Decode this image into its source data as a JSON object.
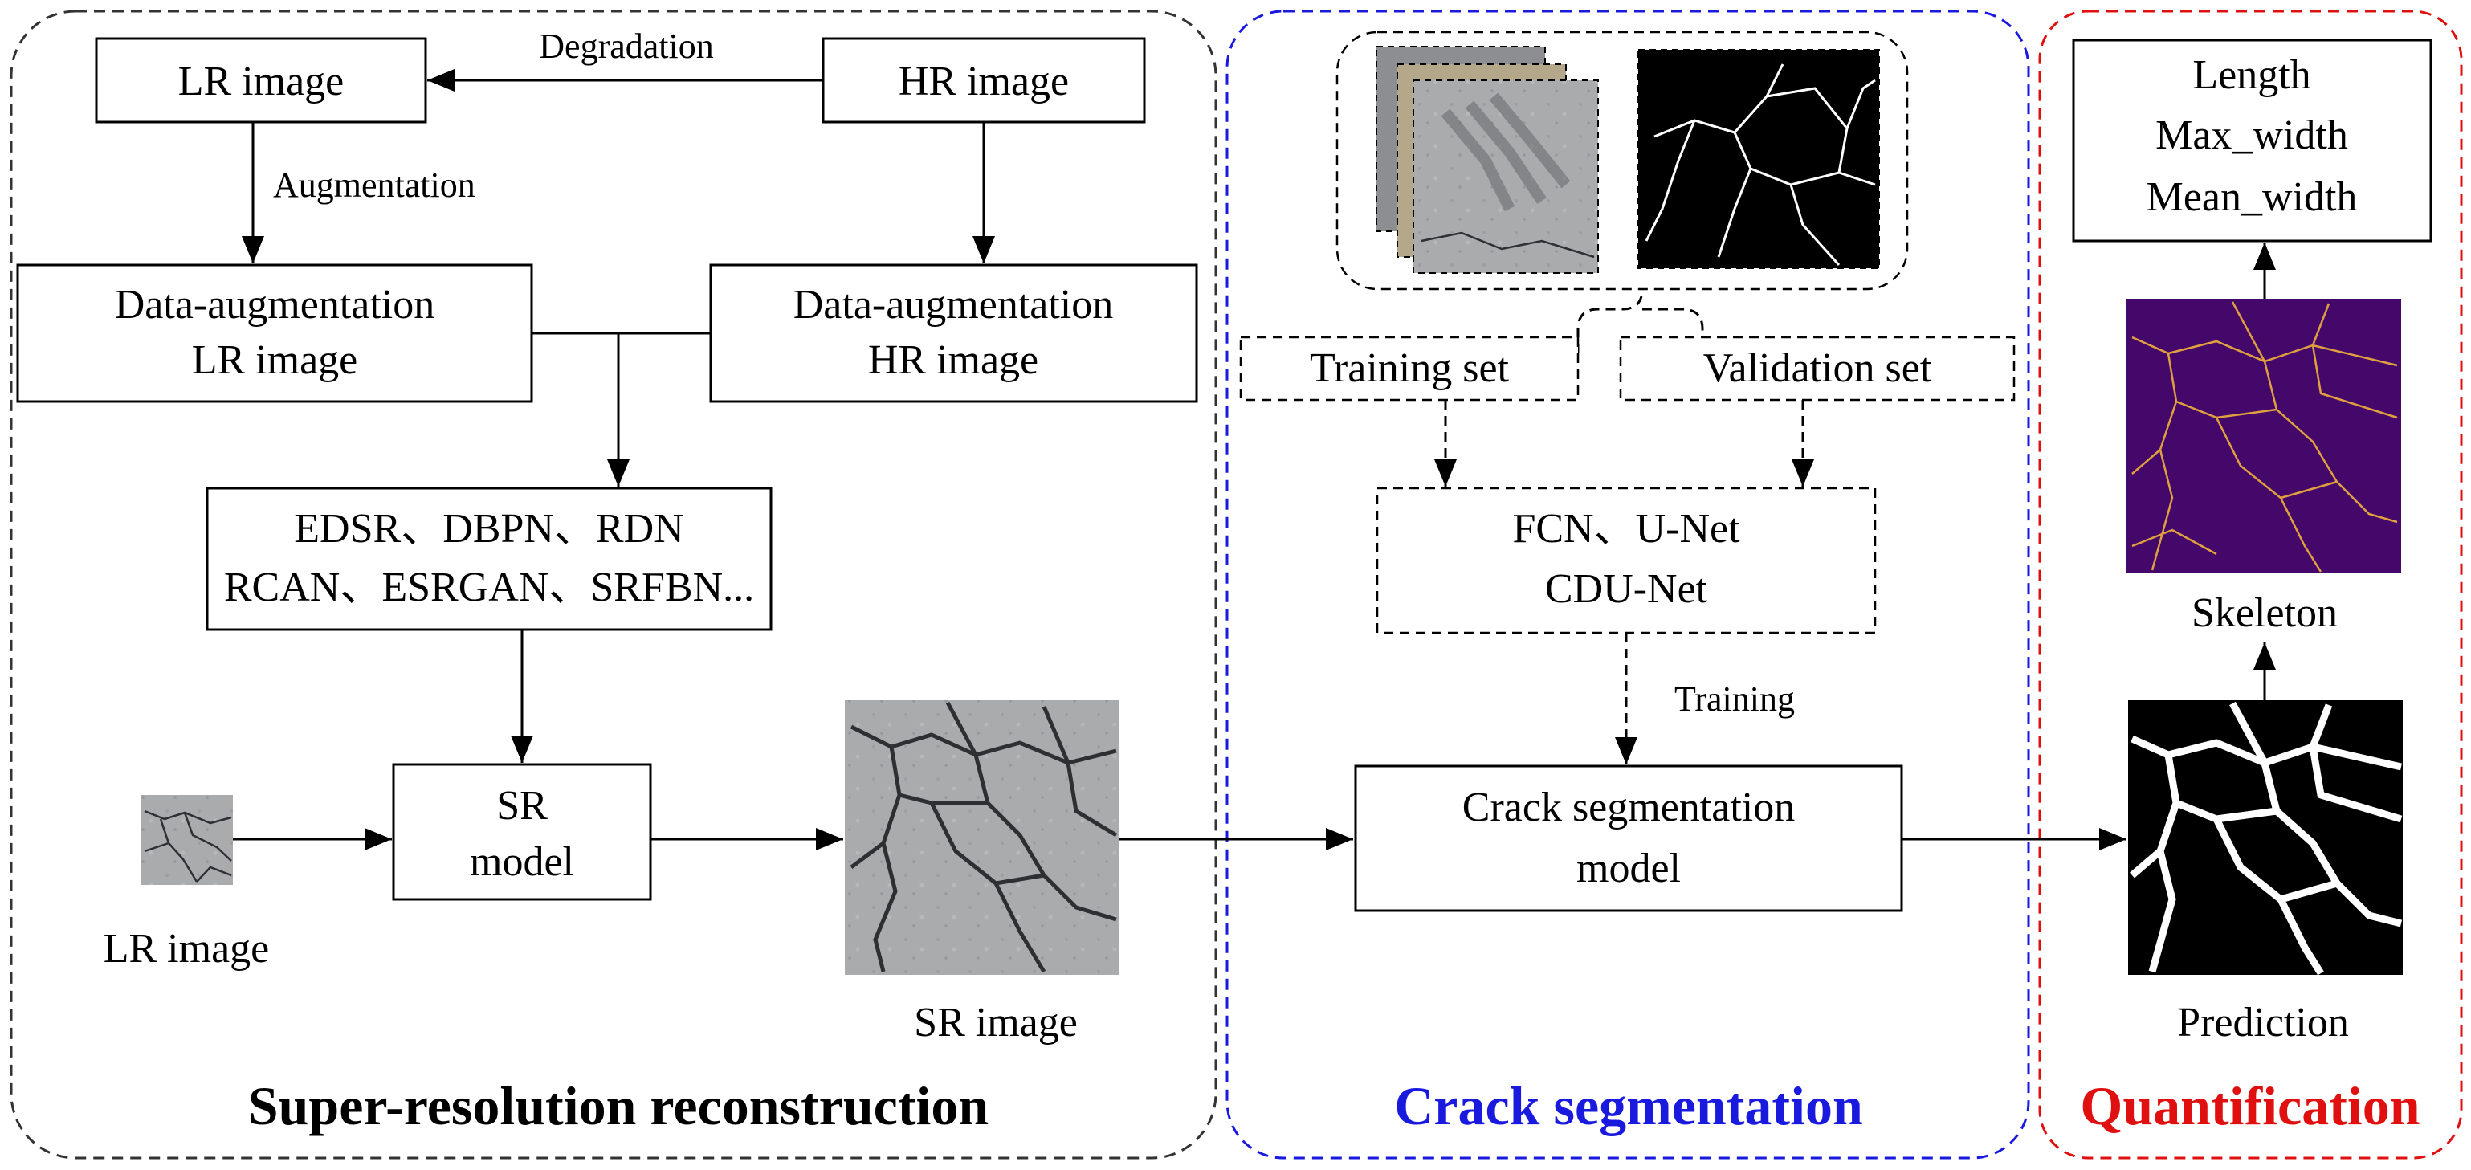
{
  "sections": {
    "super_resolution": {
      "title": "Super-resolution reconstruction",
      "color": "#000000"
    },
    "crack_segmentation": {
      "title": "Crack segmentation",
      "color": "#1a1adf"
    },
    "quantification": {
      "title": "Quantification",
      "color": "#e01010"
    }
  },
  "nodes": {
    "lr_image_top": "LR image",
    "hr_image_top": "HR image",
    "aug_lr_line1": "Data-augmentation",
    "aug_lr_line2": "LR image",
    "aug_hr_line1": "Data-augmentation",
    "aug_hr_line2": "HR image",
    "sr_models_line1": "EDSR、DBPN、RDN",
    "sr_models_line2": "RCAN、ESRGAN、SRFBN...",
    "sr_model_line1": "SR",
    "sr_model_line2": "model",
    "training_set": "Training set",
    "validation_set": "Validation set",
    "seg_models_line1": "FCN、U-Net",
    "seg_models_line2": "CDU-Net",
    "crack_model_line1": "Crack segmentation",
    "crack_model_line2": "model",
    "metric_length": "Length",
    "metric_max_width": "Max_width",
    "metric_mean_width": "Mean_width"
  },
  "edge_labels": {
    "degradation": "Degradation",
    "augmentation": "Augmentation",
    "training": "Training"
  },
  "image_captions": {
    "lr_image": "LR image",
    "sr_image": "SR image",
    "skeleton": "Skeleton",
    "prediction": "Prediction"
  },
  "colors": {
    "skeleton_bg": "#44086a",
    "skeleton_lines": "#e0a040",
    "concrete": "#a9abad",
    "crack_dark": "#2d3033"
  }
}
